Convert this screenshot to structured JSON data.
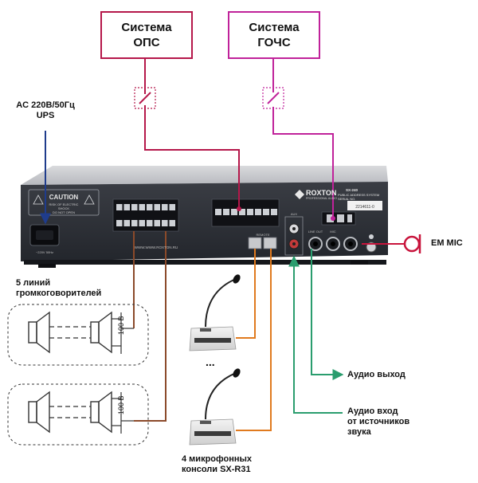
{
  "systems": {
    "ops": {
      "line1": "Система",
      "line2": "ОПС",
      "color": "#b5174a"
    },
    "gochs": {
      "line1": "Система",
      "line2": "ГОЧС",
      "color": "#c0229a"
    }
  },
  "power": {
    "line1": "AC 220В/50Гц",
    "line2": "UPS",
    "cable_color": "#1f3c8c"
  },
  "mic_in": {
    "label": "EM MIC",
    "color": "#c8143c"
  },
  "speakers": {
    "title_line1": "5 линий",
    "title_line2": "громкоговорителей",
    "voltage": "100 В",
    "cable_color": "#8b4a2a"
  },
  "consoles": {
    "ellipsis": "...",
    "label_line1": "4 микрофонных",
    "label_line2": "консоли SX-R31",
    "cable_color": "#e07a1e"
  },
  "audio_out": {
    "label": "Аудио выход",
    "color": "#2a9d6e"
  },
  "audio_in": {
    "line1": "Аудио вход",
    "line2": "от источников",
    "line3": "звука",
    "color": "#2a9d6e"
  },
  "device": {
    "brand": "ROXTON",
    "brand_sub": "PROFESSIONAL AUDIO",
    "model": "SX-240",
    "desc1": "PUBLIC ADDRESS SYSTEM",
    "desc2": "SERIAL NO.",
    "serial": "2214611-0",
    "caution_title": "CAUTION",
    "caution_line1": "RISK OF ELECTRIC",
    "caution_line2": "SHOCK",
    "caution_line3": "DO NOT OPEN",
    "power_rating": "~220V 50Hz",
    "website": "WWW.WWW.ROXTON.RU",
    "remote_label": "REMOTE",
    "aux_label": "AUX",
    "line_out_label": "LINE OUT",
    "mic_label": "MIC"
  }
}
